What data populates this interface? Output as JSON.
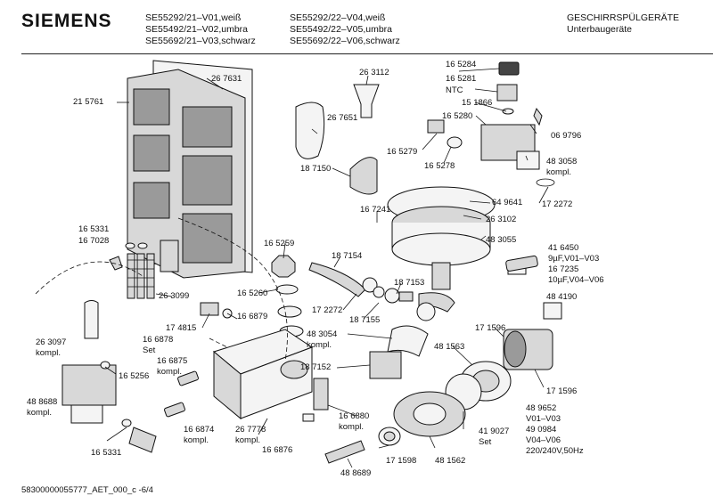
{
  "header": {
    "brand": "SIEMENS",
    "models_col1": [
      "SE55292/21–V01,weiß",
      "SE55492/21–V02,umbra",
      "SE55692/21–V03,schwarz"
    ],
    "models_col2": [
      "SE55292/22–V04,weiß",
      "SE55492/22–V05,umbra",
      "SE55692/22–V06,schwarz"
    ],
    "category": "GESCHIRRSPÜLGERÄTE",
    "subcategory": "Unterbaugeräte"
  },
  "footer": {
    "doc_id": "58300000055777_AET_000_c  -6/4"
  },
  "labels": {
    "l267631": "26 7631",
    "l263112": "26 3112",
    "l165284": "16 5284",
    "l165281": "16 5281",
    "ntc": "NTC",
    "l151866": "15 1866",
    "l215761": "21 5761",
    "l267651": "26 7651",
    "l165280": "16 5280",
    "l069796": "06 9796",
    "l165279": "16 5279",
    "l165278": "16 5278",
    "l483058": "48 3058",
    "kompl_483058": "kompl.",
    "l187150": "18 7150",
    "l649641": "64 9641",
    "l172272a": "17 2272",
    "l167241": "16 7241",
    "l263102": "26 3102",
    "l165331a": "16 5331",
    "l167028": "16 7028",
    "l165259": "16 5259",
    "l483055": "48 3055",
    "l416450": "41 6450",
    "cap1": "9µF,V01–V03",
    "l167235": "16 7235",
    "cap2": "10µF,V04–V06",
    "l187154": "18 7154",
    "l484190": "48 4190",
    "l263099": "26 3099",
    "l165260": "16 5260",
    "l187153": "18 7153",
    "l172272b": "17 2272",
    "l166879": "16 6879",
    "l187155": "18 7155",
    "l263097": "26 3097",
    "kompl_263097": "kompl.",
    "l174815": "17 4815",
    "l166878": "16 6878",
    "set_166878": "Set",
    "l483054": "48 3054",
    "kompl_483054": "kompl.",
    "l171596a": "17 1596",
    "l166875": "16 6875",
    "kompl_166875": "kompl.",
    "l481563": "48 1563",
    "l187152": "18 7152",
    "l165256": "16 5256",
    "l488688": "48 8688",
    "kompl_488688": "kompl.",
    "l171596b": "17 1596",
    "l489652": "48 9652",
    "v0103": "V01–V03",
    "l490984": "49 0984",
    "v0406": "V04–V06",
    "volt": "220/240V,50Hz",
    "l166880": "16 6880",
    "kompl_166880": "kompl.",
    "l419027": "41 9027",
    "set_419027": "Set",
    "l166874": "16 6874",
    "kompl_166874": "kompl.",
    "l267778": "26 7778",
    "kompl_267778": "kompl.",
    "l165331b": "16 5331",
    "l166876": "16 6876",
    "l171598": "17 1598",
    "l481562": "48 1562",
    "l488689": "48 8689"
  }
}
